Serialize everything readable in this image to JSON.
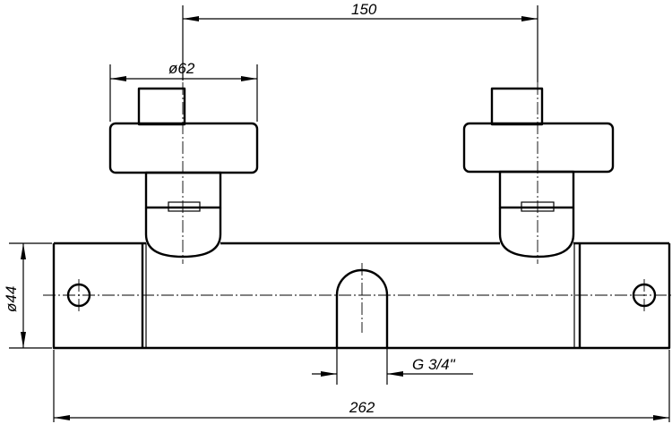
{
  "dimensions": {
    "handle_spacing": "150",
    "knob_diameter": "ø62",
    "body_diameter": "ø44",
    "thread": "G 3/4\"",
    "overall_length": "262"
  }
}
